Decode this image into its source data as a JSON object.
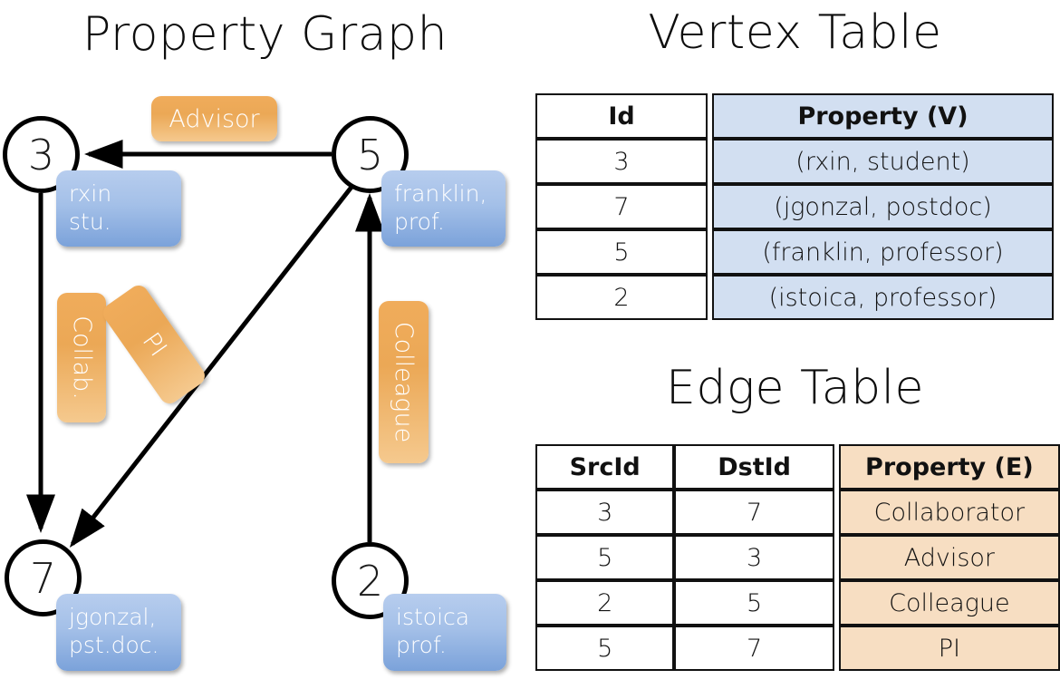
{
  "titles": {
    "property_graph": "Property Graph",
    "vertex_table": "Vertex Table",
    "edge_table": "Edge Table"
  },
  "graph": {
    "nodes": [
      {
        "id": "3",
        "property": "rxin\nstu."
      },
      {
        "id": "5",
        "property": "franklin,\nprof."
      },
      {
        "id": "7",
        "property": "jgonzal,\npst.doc."
      },
      {
        "id": "2",
        "property": "istoica\nprof."
      }
    ],
    "edge_labels": {
      "advisor": "Advisor",
      "collab": "Collab.",
      "pi": "PI",
      "colleague": "Colleague"
    },
    "edges": [
      {
        "src": "5",
        "dst": "3",
        "label": "Advisor"
      },
      {
        "src": "3",
        "dst": "7",
        "label": "Collab."
      },
      {
        "src": "5",
        "dst": "7",
        "label": "PI"
      },
      {
        "src": "2",
        "dst": "5",
        "label": "Colleague"
      }
    ]
  },
  "vertex_table": {
    "headers": [
      "Id",
      "Property (V)"
    ],
    "rows": [
      [
        "3",
        "(rxin, student)"
      ],
      [
        "7",
        "(jgonzal, postdoc)"
      ],
      [
        "5",
        "(franklin, professor)"
      ],
      [
        "2",
        "(istoica, professor)"
      ]
    ]
  },
  "edge_table": {
    "headers": [
      "SrcId",
      "DstId",
      "Property (E)"
    ],
    "rows": [
      [
        "3",
        "7",
        "Collaborator"
      ],
      [
        "5",
        "3",
        "Advisor"
      ],
      [
        "2",
        "5",
        "Colleague"
      ],
      [
        "5",
        "7",
        "PI"
      ]
    ]
  },
  "colors": {
    "vertex_property_fill": "#d2dff1",
    "edge_property_fill": "#f7dec2",
    "callout_blue": "#a4c0e8",
    "callout_orange": "#eba856",
    "stroke": "#111111"
  }
}
